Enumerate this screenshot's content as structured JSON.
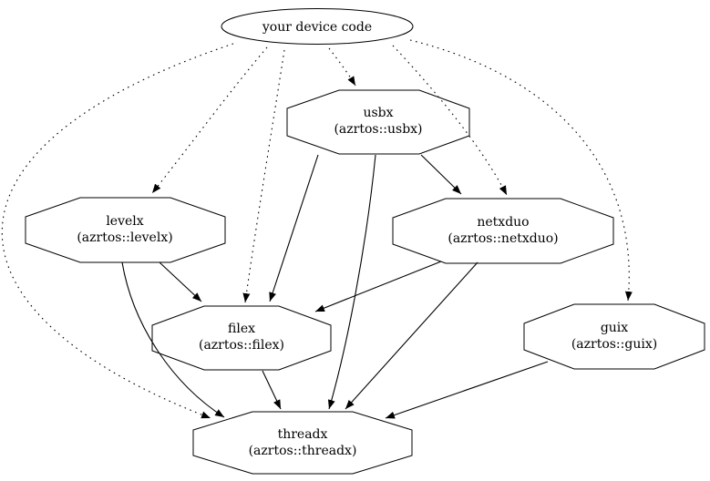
{
  "diagram": {
    "kind": "dependency-graph",
    "background_color": "#ffffff",
    "line_color": "#000000",
    "nodes": [
      {
        "id": "device",
        "shape": "ellipse",
        "label": "your device code"
      },
      {
        "id": "usbx",
        "shape": "octagon",
        "name": "usbx",
        "package": "(azrtos::usbx)"
      },
      {
        "id": "levelx",
        "shape": "octagon",
        "name": "levelx",
        "package": "(azrtos::levelx)"
      },
      {
        "id": "netxduo",
        "shape": "octagon",
        "name": "netxduo",
        "package": "(azrtos::netxduo)"
      },
      {
        "id": "filex",
        "shape": "octagon",
        "name": "filex",
        "package": "(azrtos::filex)"
      },
      {
        "id": "guix",
        "shape": "octagon",
        "name": "guix",
        "package": "(azrtos::guix)"
      },
      {
        "id": "threadx",
        "shape": "octagon",
        "name": "threadx",
        "package": "(azrtos::threadx)"
      }
    ],
    "edges": [
      {
        "from": "your device code",
        "to": "usbx",
        "style": "dotted"
      },
      {
        "from": "your device code",
        "to": "levelx",
        "style": "dotted"
      },
      {
        "from": "your device code",
        "to": "filex",
        "style": "dotted"
      },
      {
        "from": "your device code",
        "to": "netxduo",
        "style": "dotted"
      },
      {
        "from": "your device code",
        "to": "guix",
        "style": "dotted"
      },
      {
        "from": "your device code",
        "to": "threadx",
        "style": "dotted"
      },
      {
        "from": "usbx",
        "to": "netxduo",
        "style": "solid"
      },
      {
        "from": "usbx",
        "to": "filex",
        "style": "solid"
      },
      {
        "from": "usbx",
        "to": "threadx",
        "style": "solid"
      },
      {
        "from": "levelx",
        "to": "filex",
        "style": "solid"
      },
      {
        "from": "levelx",
        "to": "threadx",
        "style": "solid"
      },
      {
        "from": "netxduo",
        "to": "filex",
        "style": "solid"
      },
      {
        "from": "netxduo",
        "to": "threadx",
        "style": "solid"
      },
      {
        "from": "filex",
        "to": "threadx",
        "style": "solid"
      },
      {
        "from": "guix",
        "to": "threadx",
        "style": "solid"
      }
    ]
  }
}
